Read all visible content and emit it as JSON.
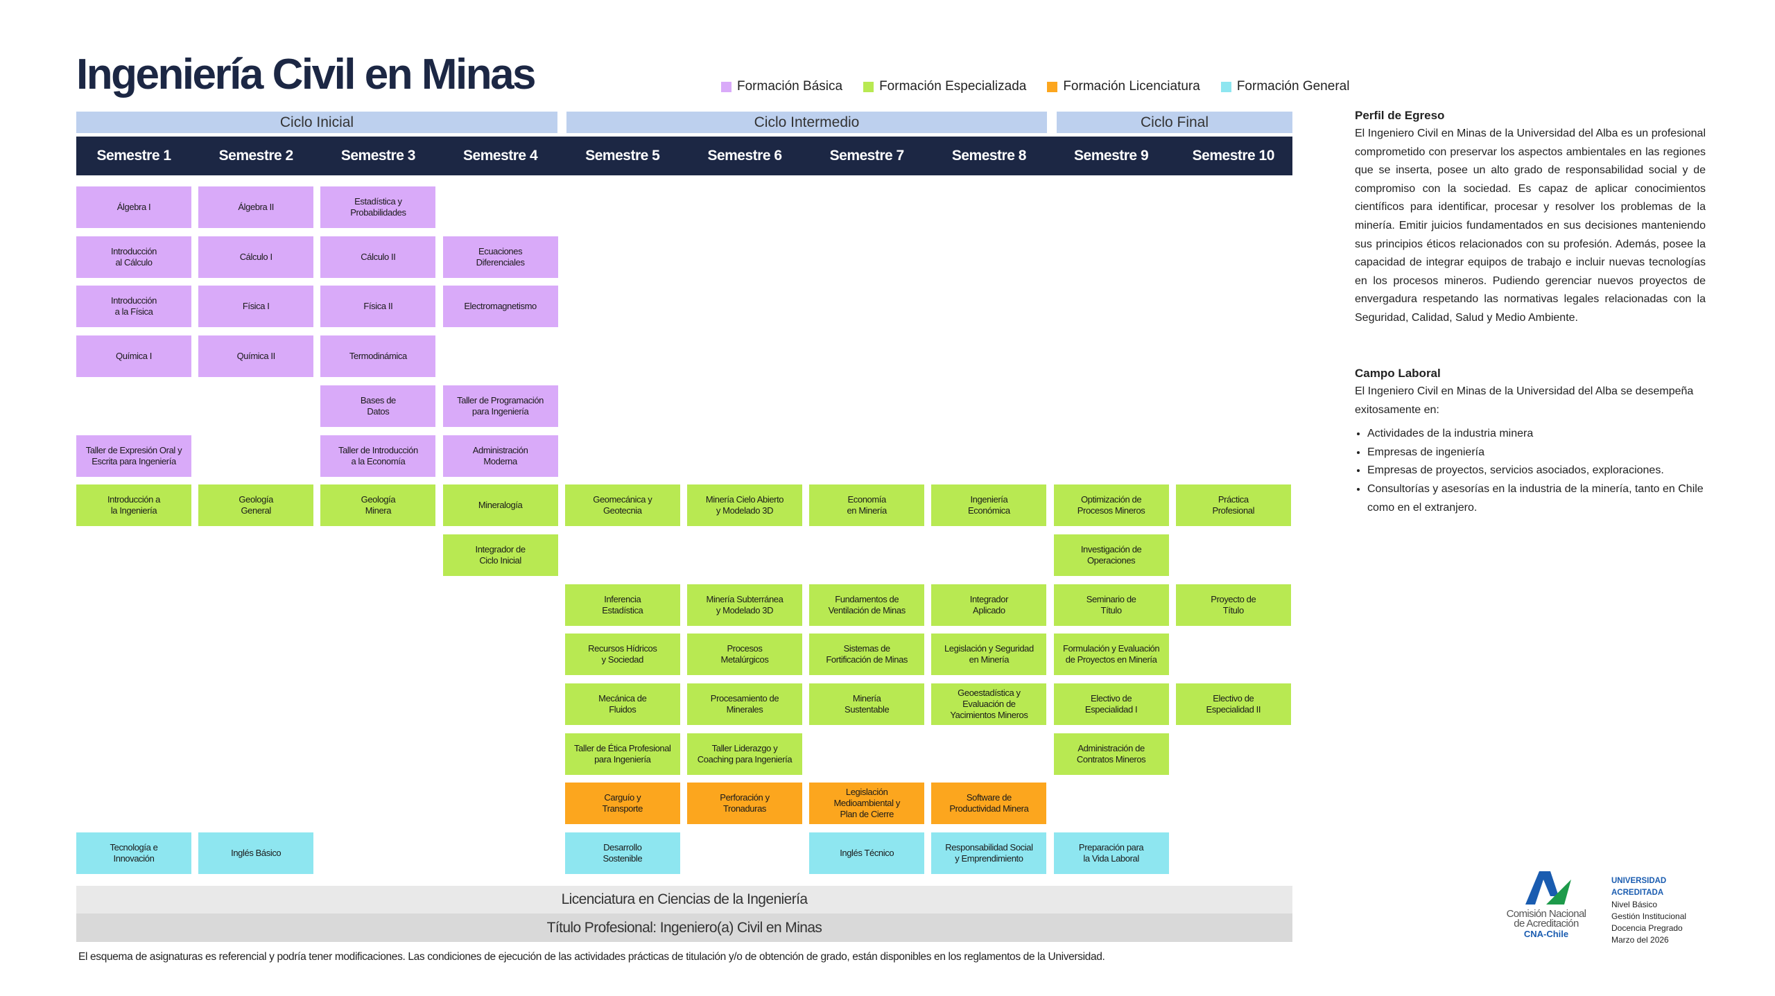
{
  "title": "Ingeniería Civil en Minas",
  "colors": {
    "B": "#d9aaf9",
    "E": "#b8e952",
    "L": "#fca61e",
    "G": "#8ee6f0",
    "header": "#1c2744",
    "ciclo": "#bdd0ee"
  },
  "legend": [
    {
      "key": "B",
      "label": "Formación Básica"
    },
    {
      "key": "E",
      "label": "Formación Especializada"
    },
    {
      "key": "L",
      "label": "Formación Licenciatura"
    },
    {
      "key": "G",
      "label": "Formación General"
    }
  ],
  "ciclos": [
    "Ciclo Inicial",
    "Ciclo Intermedio",
    "Ciclo Final"
  ],
  "semesters": [
    "Semestre 1",
    "Semestre 2",
    "Semestre 3",
    "Semestre 4",
    "Semestre 5",
    "Semestre 6",
    "Semestre 7",
    "Semestre 8",
    "Semestre 9",
    "Semestre 10"
  ],
  "courses": [
    {
      "sem": 1,
      "row": 0,
      "type": "B",
      "name": "Álgebra I"
    },
    {
      "sem": 2,
      "row": 0,
      "type": "B",
      "name": "Álgebra II"
    },
    {
      "sem": 3,
      "row": 0,
      "type": "B",
      "name": "Estadística y\nProbabilidades"
    },
    {
      "sem": 1,
      "row": 1,
      "type": "B",
      "name": "Introducción\nal Cálculo"
    },
    {
      "sem": 2,
      "row": 1,
      "type": "B",
      "name": "Cálculo I"
    },
    {
      "sem": 3,
      "row": 1,
      "type": "B",
      "name": "Cálculo II"
    },
    {
      "sem": 4,
      "row": 1,
      "type": "B",
      "name": "Ecuaciones\nDiferenciales"
    },
    {
      "sem": 1,
      "row": 2,
      "type": "B",
      "name": "Introducción\na la Física"
    },
    {
      "sem": 2,
      "row": 2,
      "type": "B",
      "name": "Física I"
    },
    {
      "sem": 3,
      "row": 2,
      "type": "B",
      "name": "Física II"
    },
    {
      "sem": 4,
      "row": 2,
      "type": "B",
      "name": "Electromagnetismo"
    },
    {
      "sem": 1,
      "row": 3,
      "type": "B",
      "name": "Química I"
    },
    {
      "sem": 2,
      "row": 3,
      "type": "B",
      "name": "Química II"
    },
    {
      "sem": 3,
      "row": 3,
      "type": "B",
      "name": "Termodinámica"
    },
    {
      "sem": 3,
      "row": 4,
      "type": "B",
      "name": "Bases de\nDatos"
    },
    {
      "sem": 4,
      "row": 4,
      "type": "B",
      "name": "Taller de Programación\npara Ingeniería"
    },
    {
      "sem": 1,
      "row": 5,
      "type": "B",
      "name": "Taller de Expresión Oral y\nEscrita para Ingeniería"
    },
    {
      "sem": 3,
      "row": 5,
      "type": "B",
      "name": "Taller de Introducción\na la Economía"
    },
    {
      "sem": 4,
      "row": 5,
      "type": "B",
      "name": "Administración\nModerna"
    },
    {
      "sem": 1,
      "row": 6,
      "type": "E",
      "name": "Introducción a\nla Ingeniería"
    },
    {
      "sem": 2,
      "row": 6,
      "type": "E",
      "name": "Geología\nGeneral"
    },
    {
      "sem": 3,
      "row": 6,
      "type": "E",
      "name": "Geología\nMinera"
    },
    {
      "sem": 4,
      "row": 6,
      "type": "E",
      "name": "Mineralogía"
    },
    {
      "sem": 5,
      "row": 6,
      "type": "E",
      "name": "Geomecánica y\nGeotecnia"
    },
    {
      "sem": 6,
      "row": 6,
      "type": "E",
      "name": "Minería Cielo Abierto\ny Modelado 3D"
    },
    {
      "sem": 7,
      "row": 6,
      "type": "E",
      "name": "Economía\nen Minería"
    },
    {
      "sem": 8,
      "row": 6,
      "type": "E",
      "name": "Ingeniería\nEconómica"
    },
    {
      "sem": 9,
      "row": 6,
      "type": "E",
      "name": "Optimización de\nProcesos Mineros"
    },
    {
      "sem": 10,
      "row": 6,
      "type": "E",
      "name": "Práctica\nProfesional"
    },
    {
      "sem": 4,
      "row": 7,
      "type": "E",
      "name": "Integrador de\nCiclo Inicial"
    },
    {
      "sem": 9,
      "row": 7,
      "type": "E",
      "name": "Investigación de\nOperaciones"
    },
    {
      "sem": 5,
      "row": 8,
      "type": "E",
      "name": "Inferencia\nEstadística"
    },
    {
      "sem": 6,
      "row": 8,
      "type": "E",
      "name": "Minería Subterránea\ny Modelado 3D"
    },
    {
      "sem": 7,
      "row": 8,
      "type": "E",
      "name": "Fundamentos de\nVentilación de Minas"
    },
    {
      "sem": 8,
      "row": 8,
      "type": "E",
      "name": "Integrador\nAplicado"
    },
    {
      "sem": 9,
      "row": 8,
      "type": "E",
      "name": "Seminario de\nTítulo"
    },
    {
      "sem": 10,
      "row": 8,
      "type": "E",
      "name": "Proyecto de\nTítulo"
    },
    {
      "sem": 5,
      "row": 9,
      "type": "E",
      "name": "Recursos Hídricos\ny Sociedad"
    },
    {
      "sem": 6,
      "row": 9,
      "type": "E",
      "name": "Procesos\nMetalúrgicos"
    },
    {
      "sem": 7,
      "row": 9,
      "type": "E",
      "name": "Sistemas de\nFortificación de Minas"
    },
    {
      "sem": 8,
      "row": 9,
      "type": "E",
      "name": "Legislación y Seguridad\nen Minería"
    },
    {
      "sem": 9,
      "row": 9,
      "type": "E",
      "name": "Formulación y Evaluación\nde Proyectos en Minería"
    },
    {
      "sem": 5,
      "row": 10,
      "type": "E",
      "name": "Mecánica de\nFluidos"
    },
    {
      "sem": 6,
      "row": 10,
      "type": "E",
      "name": "Procesamiento de\nMinerales"
    },
    {
      "sem": 7,
      "row": 10,
      "type": "E",
      "name": "Minería\nSustentable"
    },
    {
      "sem": 8,
      "row": 10,
      "type": "E",
      "name": "Geoestadística y\nEvaluación de\nYacimientos Mineros"
    },
    {
      "sem": 9,
      "row": 10,
      "type": "E",
      "name": "Electivo de\nEspecialidad I"
    },
    {
      "sem": 10,
      "row": 10,
      "type": "E",
      "name": "Electivo de\nEspecialidad II"
    },
    {
      "sem": 5,
      "row": 11,
      "type": "E",
      "name": "Taller de Ética Profesional\npara Ingeniería"
    },
    {
      "sem": 6,
      "row": 11,
      "type": "E",
      "name": "Taller Liderazgo y\nCoaching para Ingeniería"
    },
    {
      "sem": 9,
      "row": 11,
      "type": "E",
      "name": "Administración de\nContratos Mineros"
    },
    {
      "sem": 5,
      "row": 12,
      "type": "L",
      "name": "Carguío y\nTransporte"
    },
    {
      "sem": 6,
      "row": 12,
      "type": "L",
      "name": "Perforación y\nTronaduras"
    },
    {
      "sem": 7,
      "row": 12,
      "type": "L",
      "name": "Legislación\nMedioambiental y\nPlan de Cierre"
    },
    {
      "sem": 8,
      "row": 12,
      "type": "L",
      "name": "Software de\nProductividad Minera"
    },
    {
      "sem": 1,
      "row": 13,
      "type": "G",
      "name": "Tecnología e\nInnovación"
    },
    {
      "sem": 2,
      "row": 13,
      "type": "G",
      "name": "Inglés Básico"
    },
    {
      "sem": 5,
      "row": 13,
      "type": "G",
      "name": "Desarrollo\nSostenible"
    },
    {
      "sem": 7,
      "row": 13,
      "type": "G",
      "name": "Inglés Técnico"
    },
    {
      "sem": 8,
      "row": 13,
      "type": "G",
      "name": "Responsabilidad Social\ny Emprendimiento"
    },
    {
      "sem": 9,
      "row": 13,
      "type": "G",
      "name": "Preparación para\nla Vida Laboral"
    }
  ],
  "degrees": {
    "licenciatura": "Licenciatura en Ciencias de la Ingeniería",
    "titulo": "Título Profesional: Ingeniero(a) Civil en Minas"
  },
  "note": "El esquema de asignaturas es referencial y podría tener modificaciones. Las condiciones de ejecución de las actividades prácticas de titulación y/o de obtención de grado, están disponibles en los reglamentos de la Universidad.",
  "perfil": {
    "heading": "Perfil de Egreso",
    "text": "El Ingeniero Civil en Minas de la Universidad del Alba es un profesional comprometido con preservar los aspectos ambientales en las regiones que se inserta, posee un alto grado de responsabilidad social y de compromiso con la sociedad. Es capaz de aplicar conocimientos científicos para identificar, procesar y resolver los problemas de la minería. Emitir juicios fundamentados en sus decisiones manteniendo sus principios éticos relacionados con su profesión. Además, posee la capacidad de integrar equipos de trabajo e incluir nuevas tecnologías en los procesos mineros. Pudiendo gerenciar nuevos proyectos de envergadura respetando las normativas legales relacionadas con la Seguridad, Calidad, Salud y Medio Ambiente."
  },
  "campo": {
    "heading": "Campo Laboral",
    "intro": "El Ingeniero Civil en Minas de la Universidad del Alba se desempeña exitosamente en:",
    "items": [
      "Actividades de la industria minera",
      "Empresas de ingeniería",
      "Empresas de proyectos, servicios asociados, exploraciones.",
      "Consultorías y asesorías en la industria de la minería, tanto en Chile como en el extranjero."
    ]
  },
  "accreditation": {
    "org_line1": "Comisión Nacional",
    "org_line2": "de Acreditación",
    "org_short": "CNA-Chile",
    "status": "UNIVERSIDAD ACREDITADA",
    "level": "Nivel Básico",
    "area1": "Gestión Institucional",
    "area2": "Docencia Pregrado",
    "until": "Marzo del 2026"
  }
}
